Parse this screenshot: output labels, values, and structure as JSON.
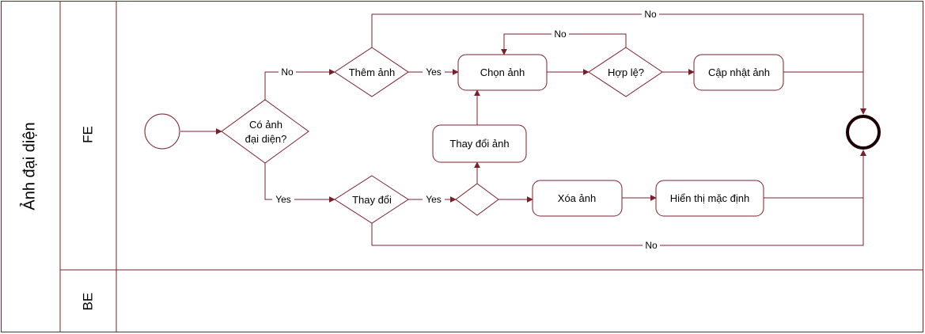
{
  "pool": {
    "title": "Ảnh đại diện"
  },
  "lanes": {
    "fe": "FE",
    "be": "BE"
  },
  "nodes": {
    "has_avatar_line1": "Có ảnh",
    "has_avatar_line2": "đại diện?",
    "add_photo": "Thêm ảnh",
    "choose_photo": "Chọn ảnh",
    "valid": "Hợp lệ?",
    "update_photo": "Cập nhật ảnh",
    "change_gateway": "Thay đổi",
    "change_photo": "Thay đổi ảnh",
    "delete_photo": "Xóa ảnh",
    "show_default": "Hiển thị mặc định"
  },
  "edges": {
    "no_top": "No",
    "no_has_avatar": "No",
    "yes_add": "Yes",
    "no_valid": "No",
    "yes_has_avatar": "Yes",
    "yes_change": "Yes",
    "no_bottom": "No"
  },
  "colors": {
    "stroke": "#7b1f2c",
    "text": "#000000",
    "background": "#ffffff"
  }
}
